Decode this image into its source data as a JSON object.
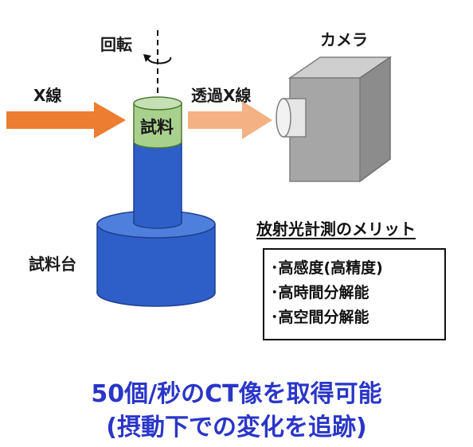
{
  "labels": {
    "rotation": "回転",
    "xray": "X線",
    "transmitted_xray": "透過X線",
    "camera": "カメラ",
    "sample": "試料",
    "sample_stage": "試料台"
  },
  "merits": {
    "title": "放射光計測のメリット",
    "items": [
      "･高感度(高精度)",
      "･高時間分解能",
      "･高空間分解能"
    ]
  },
  "summary": {
    "line1": "50個/秒のCT像を取得可能",
    "line2": "(摂動下での変化を追跡)"
  },
  "colors": {
    "xray_arrow": "#ed7d31",
    "transmitted_arrow": "#f4b183",
    "sample": "#a9d18e",
    "stage": "#2e5fc8",
    "camera": "#a6a6a6",
    "summary_text": "#2a36c8"
  }
}
